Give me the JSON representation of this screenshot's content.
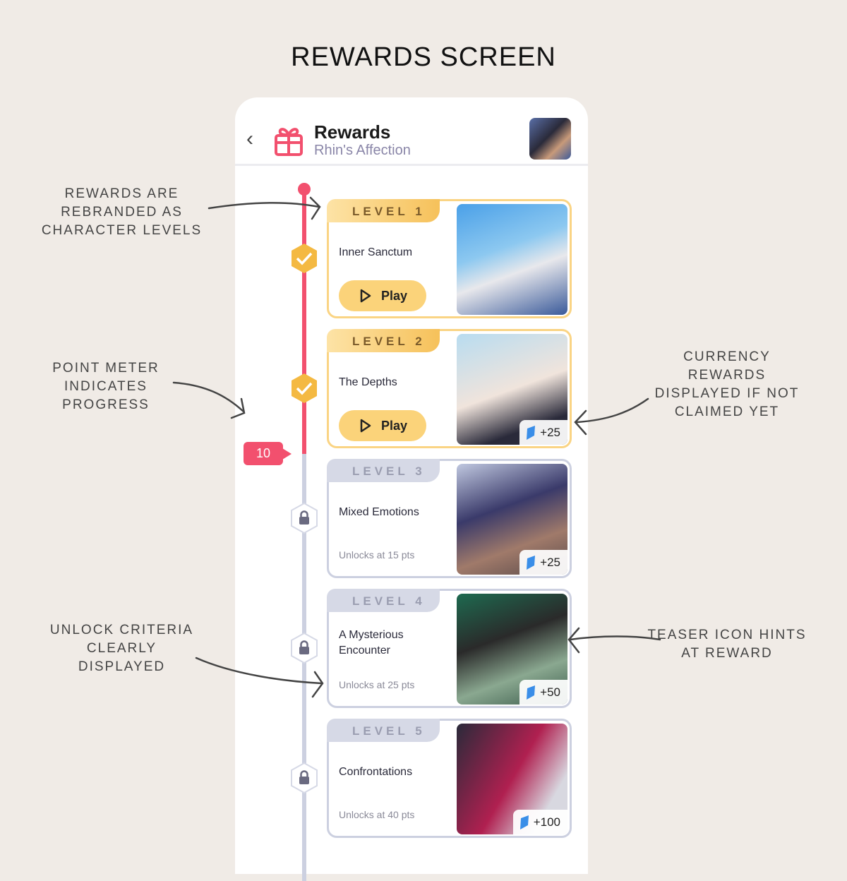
{
  "page_title": "REWARDS SCREEN",
  "header": {
    "back_icon": "chevron-left-icon",
    "gift_icon": "gift-icon",
    "title": "Rewards",
    "subtitle": "Rhin's Affection"
  },
  "meter": {
    "points": "10",
    "progress_fraction": 0.6
  },
  "levels": [
    {
      "label": "LEVEL 1",
      "title": "Inner Sanctum",
      "status": "claimed",
      "button": "Play"
    },
    {
      "label": "LEVEL 2",
      "title": "The Depths",
      "status": "claimed",
      "button": "Play",
      "currency": "+25"
    },
    {
      "label": "LEVEL 3",
      "title": "Mixed Emotions",
      "status": "locked",
      "unlock": "Unlocks at 15 pts",
      "currency": "+25"
    },
    {
      "label": "LEVEL 4",
      "title": "A Mysterious Encounter",
      "status": "locked",
      "unlock": "Unlocks at 25 pts",
      "currency": "+50"
    },
    {
      "label": "LEVEL 5",
      "title": "Confrontations",
      "status": "locked",
      "unlock": "Unlocks at 40 pts",
      "currency": "+100"
    }
  ],
  "annotations": {
    "levels": "Rewards are rebranded as character levels",
    "meter": "Point meter indicates progress",
    "unlock": "Unlock criteria clearly displayed",
    "currency": "Currency rewards displayed if not claimed yet",
    "teaser": "Teaser icon hints at reward"
  },
  "colors": {
    "accent": "#f2506e",
    "gold": "#f6c15a",
    "locked": "#ccd0e0"
  }
}
